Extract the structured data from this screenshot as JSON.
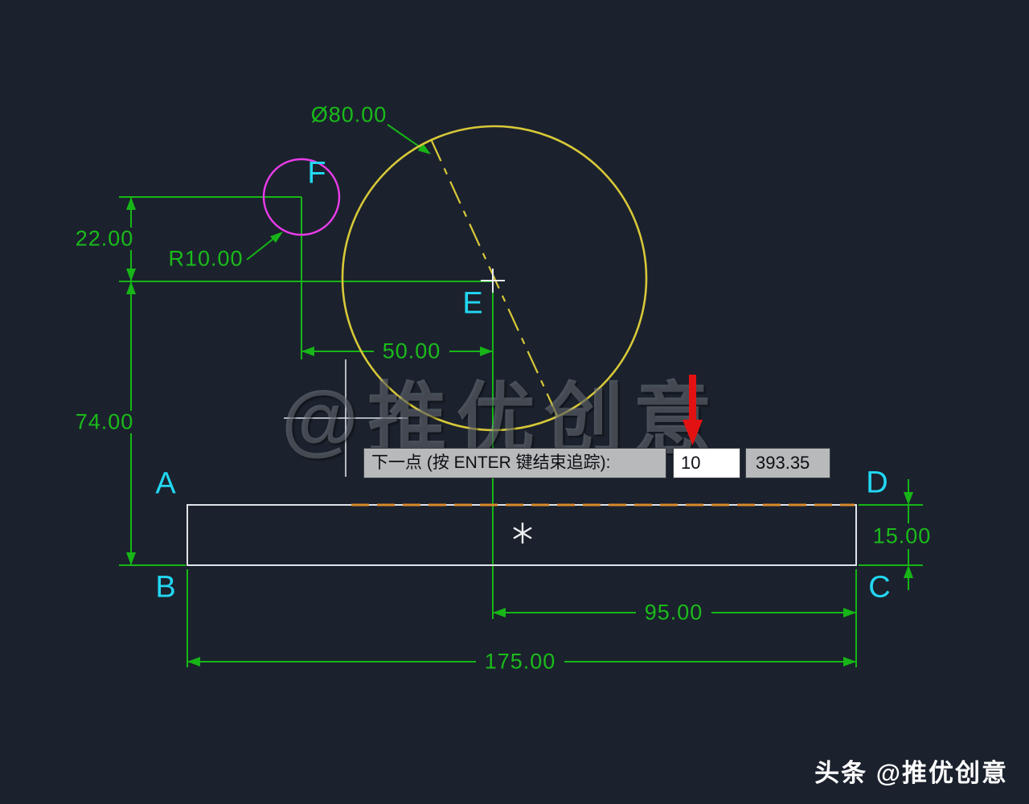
{
  "drawing": {
    "point_labels": {
      "a": "A",
      "b": "B",
      "c": "C",
      "d": "D",
      "e": "E",
      "f": "F"
    },
    "dimensions": {
      "diameter": "Ø80.00",
      "radius": "R10.00",
      "offset_22": "22.00",
      "height_74": "74.00",
      "width_50": "50.00",
      "thickness_15": "15.00",
      "width_95": "95.00",
      "width_175": "175.00"
    }
  },
  "dynamic_input": {
    "prompt": "下一点 (按 ENTER 键结束追踪):",
    "value": "10",
    "tracking_value": "393.35"
  },
  "watermark": {
    "text": "@推优创意"
  },
  "byline": {
    "brand": "头条",
    "handle": "@推优创意"
  },
  "colors": {
    "background": "#1b222d",
    "dimension_green": "#17b517",
    "label_cyan": "#22d7f2",
    "circle_yellow": "#d8c838",
    "circle_magenta": "#ea3cea",
    "edge_orange": "#d8892b",
    "arrow_red": "#e31212",
    "geometry_white": "#dfe4ea"
  }
}
